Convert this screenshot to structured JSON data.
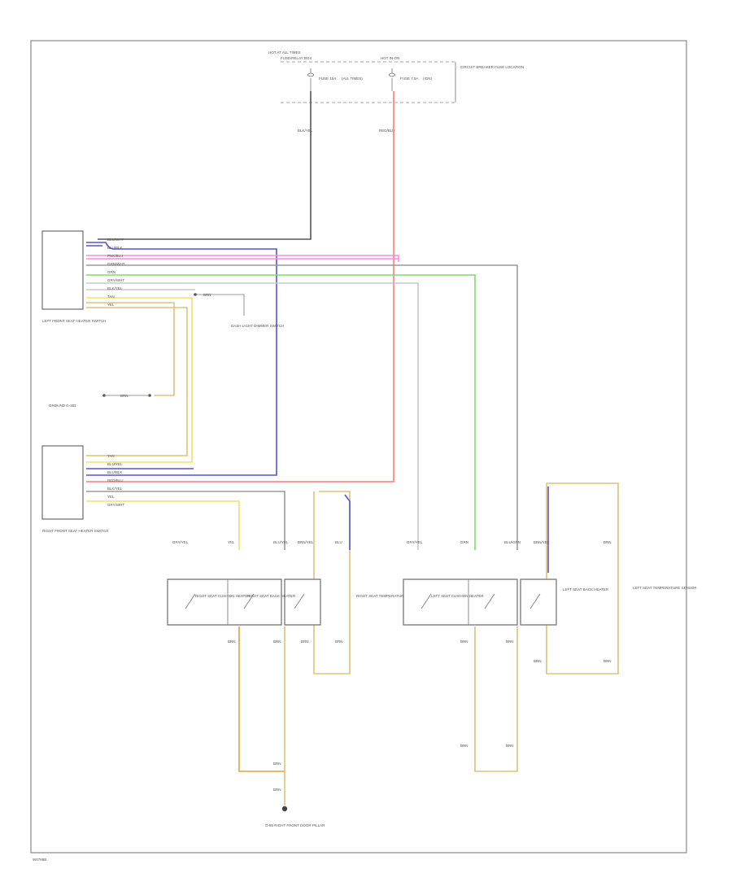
{
  "diagram": {
    "footer_code": "W0788B",
    "colors": {
      "black": "#555555",
      "blue": "#5555cc",
      "pink": "#ff8ad8",
      "red": "#ff7a7a",
      "green": "#7ddc6a",
      "gray": "#9a9a9a",
      "tan": "#e0c178",
      "yellow": "#ede36a",
      "orange": "#e0a23a",
      "lightgray": "#c8c8c8"
    },
    "fuse_block": {
      "title": "HOT AT ALL TIMES",
      "subtitle": "FUSE/RELAY BOX",
      "fuse_left": "FUSE 15A",
      "fuse_left_note": "(ALL TIMES)",
      "fuse_right_hot": "HOT IN ON",
      "fuse_right": "FUSE 7.5A",
      "fuse_right_note": "(IGN)",
      "side_note": "CIRCUIT BREAKER FUSE LOCATION",
      "wire_left": "BLK/YEL",
      "wire_right": "RED/BLU"
    },
    "left_switch": {
      "name": "LEFT FRONT SEAT HEATER SWITCH",
      "wires": [
        "BLU/WHT",
        "BLU/BLK",
        "PNK/BLU",
        "GRN/WHT",
        "GRN",
        "GRY/WHT",
        "BLK/YEL",
        "TAN",
        "YEL"
      ]
    },
    "right_switch": {
      "name": "RIGHT FRONT SEAT HEATER SWITCH",
      "wires": [
        "TAN",
        "BLU/YEL",
        "BLU/BLK",
        "RED/BLU",
        "BLK/YEL",
        "YEL",
        "GRY/WHT"
      ]
    },
    "dash_light": {
      "wire": "BRN",
      "name": "DASH LIGHT DIMMER SWITCH"
    },
    "ground_small": {
      "wire": "BRN",
      "name": "GROUND G-302"
    },
    "left_heater": {
      "cushion": "RIGHT SEAT CUSHION HEATER",
      "back": "RIGHT SEAT BACK HEATER",
      "sensor": "RIGHT SEAT TEMPERATURE SENSOR",
      "wires_top": [
        "GRY/YEL",
        "YEL",
        "BLU/YEL",
        "BRN/YEL",
        "BLU"
      ],
      "wires_bottom": [
        "BRN",
        "BRN",
        "BRN",
        "BRN"
      ]
    },
    "right_heater": {
      "cushion": "LEFT SEAT CUSHION HEATER",
      "back": "LEFT SEAT BACK HEATER",
      "sensor": "LEFT SEAT TEMPERATURE SENSOR",
      "wires_top": [
        "GRY/YEL",
        "GRN",
        "BLU/GRN",
        "BRN/YEL",
        "BRN"
      ],
      "wires_bottom": [
        "BRN",
        "BRN",
        "BRN",
        "BRN",
        "BRN",
        "BRN"
      ]
    },
    "ground_main": {
      "wire_top": "BRN",
      "wire_bottom": "BRN",
      "name": "G-86 RIGHT FRONT DOOR PILLAR"
    }
  }
}
